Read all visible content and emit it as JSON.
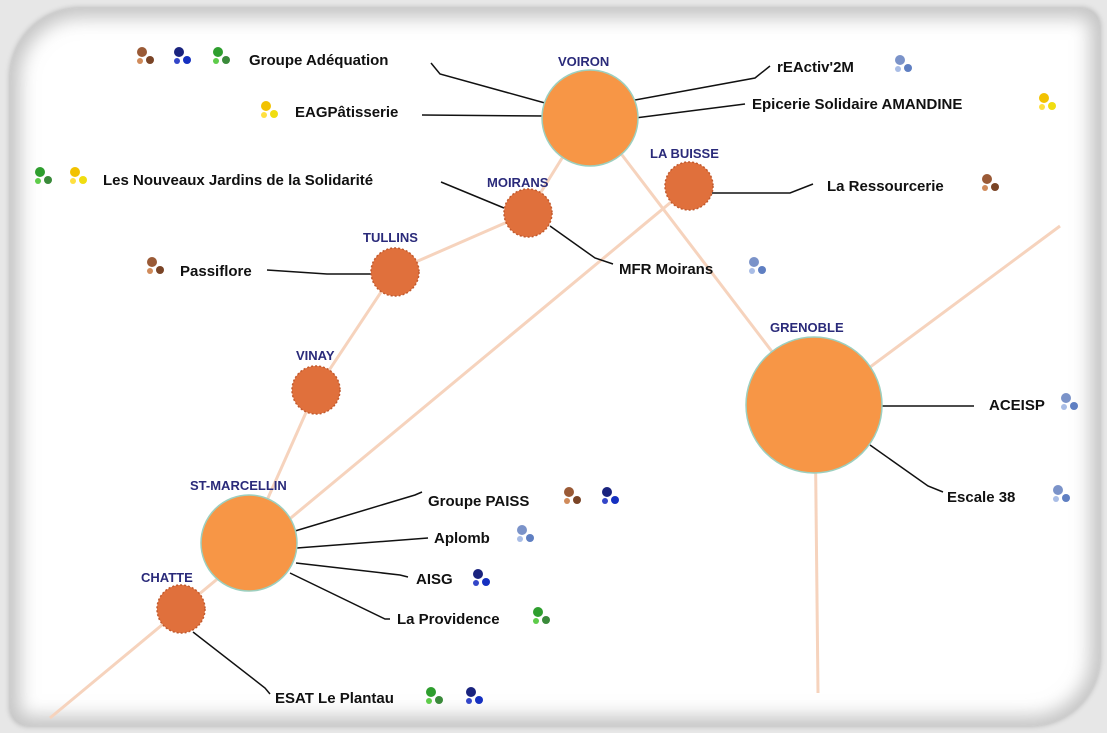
{
  "cities": [
    {
      "id": "voiron",
      "name": "VOIRON",
      "size": "large"
    },
    {
      "id": "la_buisse",
      "name": "LA BUISSE",
      "size": "small"
    },
    {
      "id": "moirans",
      "name": "MOIRANS",
      "size": "small"
    },
    {
      "id": "tullins",
      "name": "TULLINS",
      "size": "small"
    },
    {
      "id": "vinay",
      "name": "VINAY",
      "size": "small"
    },
    {
      "id": "st_marcellin",
      "name": "ST-MARCELLIN",
      "size": "large"
    },
    {
      "id": "chatte",
      "name": "CHATTE",
      "size": "small"
    },
    {
      "id": "grenoble",
      "name": "GRENOBLE",
      "size": "large"
    }
  ],
  "organizations": [
    {
      "id": "groupe_adequation",
      "label": "Groupe Adéquation",
      "city": "voiron",
      "dots": [
        "brown",
        "navy",
        "green"
      ]
    },
    {
      "id": "eag_patisserie",
      "label": "EAGPâtisserie",
      "city": "voiron",
      "dots": [
        "yellow"
      ]
    },
    {
      "id": "reactiv2m",
      "label": "rEActiv'2M",
      "city": "voiron",
      "dots": [
        "lightblue"
      ]
    },
    {
      "id": "epicerie_amandine",
      "label": "Epicerie Solidaire AMANDINE",
      "city": "voiron",
      "dots": [
        "yellow"
      ]
    },
    {
      "id": "la_ressourcerie",
      "label": "La Ressourcerie",
      "city": "la_buisse",
      "dots": [
        "brown"
      ]
    },
    {
      "id": "nouveaux_jardins",
      "label": "Les Nouveaux Jardins de la Solidarité",
      "city": "moirans",
      "dots": [
        "green",
        "yellow"
      ]
    },
    {
      "id": "mfr_moirans",
      "label": "MFR Moirans",
      "city": "moirans",
      "dots": [
        "lightblue"
      ]
    },
    {
      "id": "passiflore",
      "label": "Passiflore",
      "city": "tullins",
      "dots": [
        "brown"
      ]
    },
    {
      "id": "aceisp",
      "label": "ACEISP",
      "city": "grenoble",
      "dots": [
        "lightblue"
      ]
    },
    {
      "id": "escale38",
      "label": "Escale 38",
      "city": "grenoble",
      "dots": [
        "lightblue"
      ]
    },
    {
      "id": "groupe_paiss",
      "label": "Groupe PAISS",
      "city": "st_marcellin",
      "dots": [
        "brown",
        "navy"
      ]
    },
    {
      "id": "aplomb",
      "label": "Aplomb",
      "city": "st_marcellin",
      "dots": [
        "lightblue"
      ]
    },
    {
      "id": "aisg",
      "label": "AISG",
      "city": "st_marcellin",
      "dots": [
        "navy"
      ]
    },
    {
      "id": "la_providence",
      "label": "La Providence",
      "city": "st_marcellin",
      "dots": [
        "green"
      ]
    },
    {
      "id": "esat_le_plantau",
      "label": "ESAT Le Plantau",
      "city": "chatte",
      "dots": [
        "green",
        "navy"
      ]
    }
  ],
  "colors": {
    "large_node": "#f79646",
    "small_node": "#e0703c",
    "road": "#f6d3bd",
    "brown": "#9a5a36",
    "brown_light": "#d08b5b",
    "navy": "#1a237e",
    "navy_light": "#3346c8",
    "green": "#2e9e2e",
    "green_light": "#5ecc4a",
    "yellow": "#f2c200",
    "yellow_light": "#ffe040",
    "lightblue": "#7b93c9",
    "lightblue_light": "#a9bde6"
  }
}
